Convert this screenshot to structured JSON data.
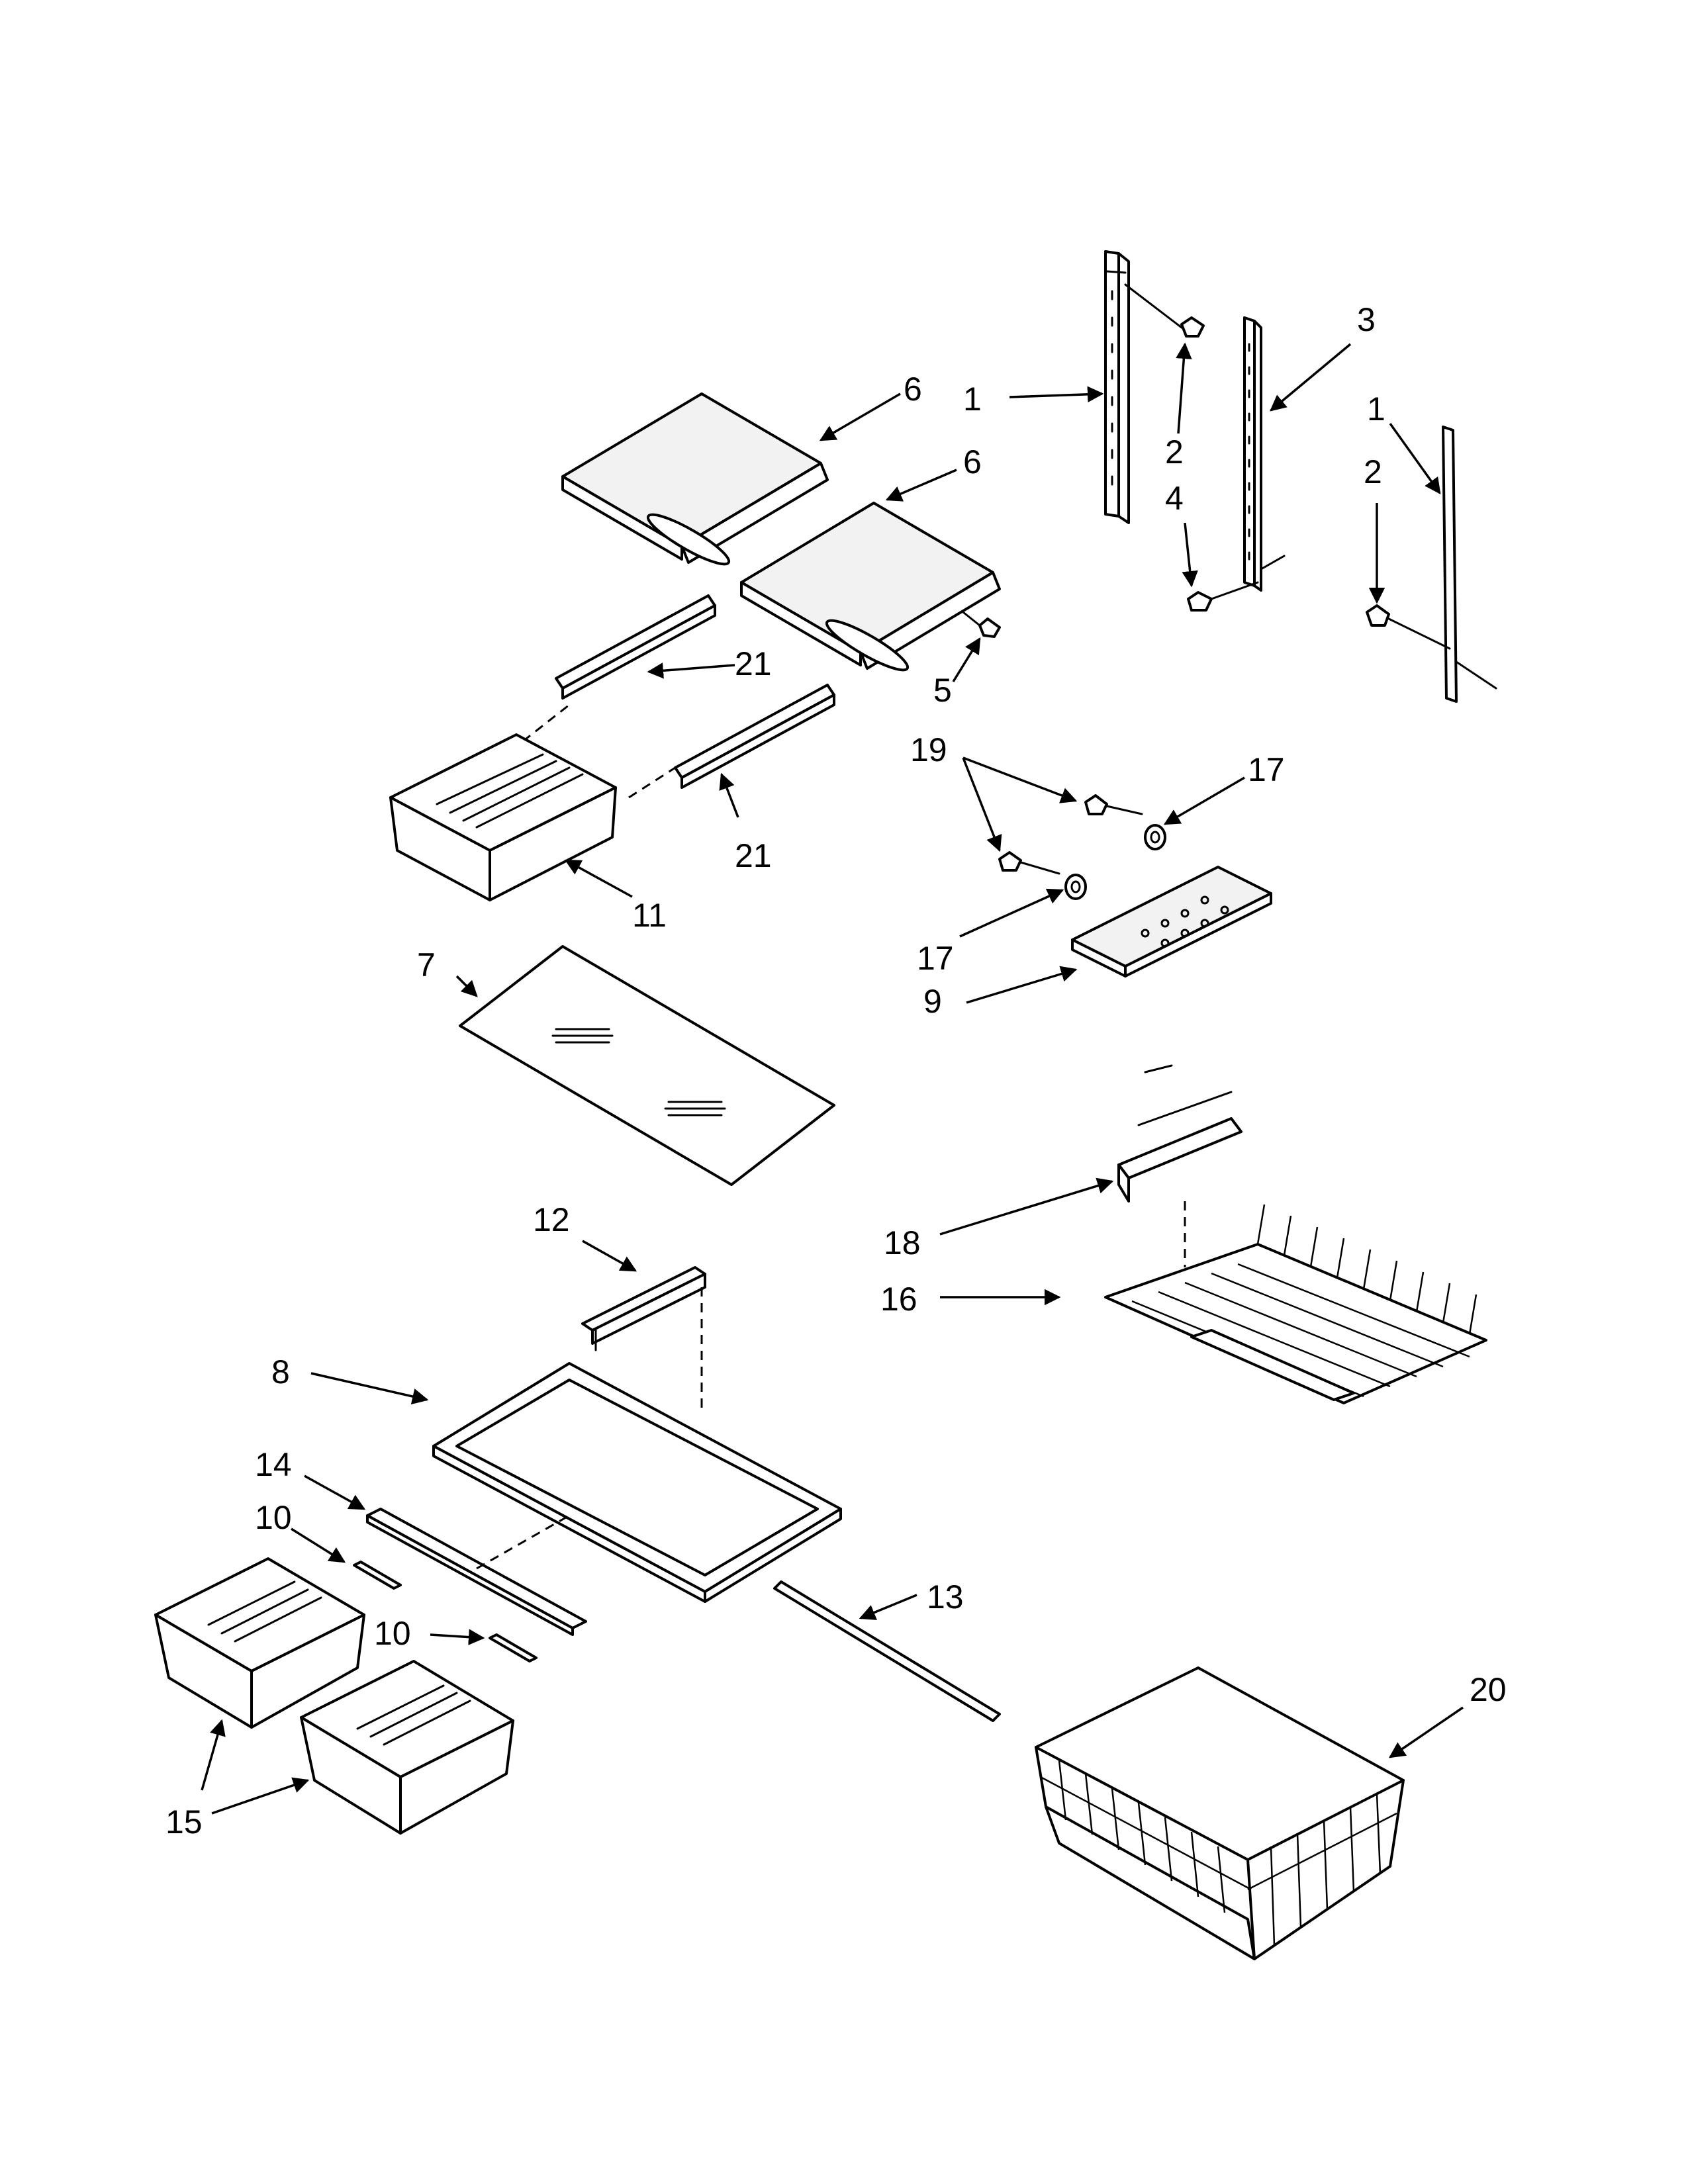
{
  "diagram": {
    "callouts": [
      {
        "id": "c1a",
        "label": "1"
      },
      {
        "id": "c1b",
        "label": "1"
      },
      {
        "id": "c2a",
        "label": "2"
      },
      {
        "id": "c2b",
        "label": "2"
      },
      {
        "id": "c3",
        "label": "3"
      },
      {
        "id": "c4",
        "label": "4"
      },
      {
        "id": "c5",
        "label": "5"
      },
      {
        "id": "c6a",
        "label": "6"
      },
      {
        "id": "c6b",
        "label": "6"
      },
      {
        "id": "c7",
        "label": "7"
      },
      {
        "id": "c8",
        "label": "8"
      },
      {
        "id": "c9",
        "label": "9"
      },
      {
        "id": "c10a",
        "label": "10"
      },
      {
        "id": "c10b",
        "label": "10"
      },
      {
        "id": "c11",
        "label": "11"
      },
      {
        "id": "c12",
        "label": "12"
      },
      {
        "id": "c13",
        "label": "13"
      },
      {
        "id": "c14",
        "label": "14"
      },
      {
        "id": "c15",
        "label": "15"
      },
      {
        "id": "c16",
        "label": "16"
      },
      {
        "id": "c17a",
        "label": "17"
      },
      {
        "id": "c17b",
        "label": "17"
      },
      {
        "id": "c18",
        "label": "18"
      },
      {
        "id": "c19",
        "label": "19"
      },
      {
        "id": "c20",
        "label": "20"
      },
      {
        "id": "c21a",
        "label": "21"
      },
      {
        "id": "c21b",
        "label": "21"
      }
    ]
  }
}
